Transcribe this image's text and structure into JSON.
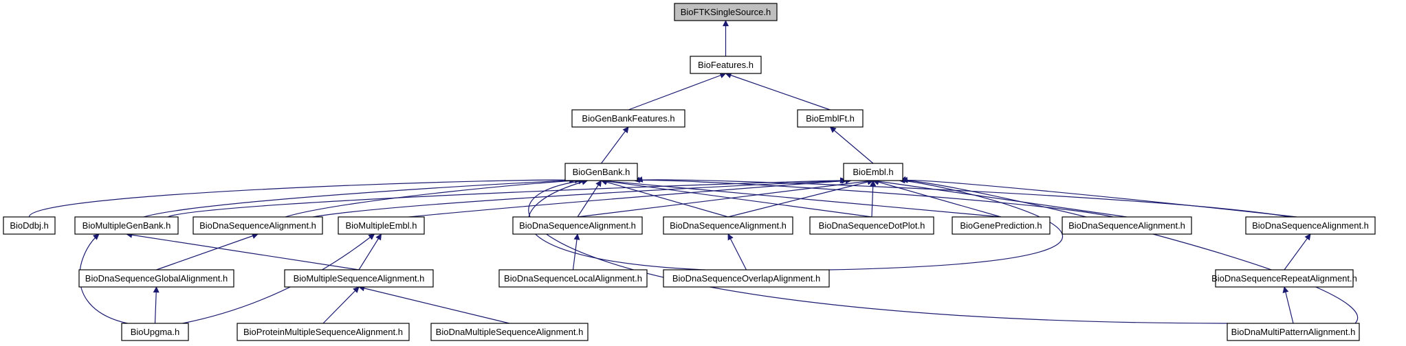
{
  "colors": {
    "edge": "#191970",
    "node_fill": "#ffffff",
    "node_border": "#000000",
    "root_fill": "#bfbfbf",
    "text": "#000000"
  },
  "nodes": [
    {
      "id": "n0",
      "label": "BioFTKSingleSource.h",
      "root": true
    },
    {
      "id": "n1",
      "label": "BioFeatures.h"
    },
    {
      "id": "n2",
      "label": "BioGenBankFeatures.h"
    },
    {
      "id": "n3",
      "label": "BioEmblFt.h"
    },
    {
      "id": "n4",
      "label": "BioGenBank.h"
    },
    {
      "id": "n5",
      "label": "BioEmbl.h"
    },
    {
      "id": "n6",
      "label": "BioDdbj.h"
    },
    {
      "id": "n7",
      "label": "BioMultipleGenBank.h"
    },
    {
      "id": "n8",
      "label": "BioDnaSequenceAlignment.h"
    },
    {
      "id": "n9",
      "label": "BioMultipleEmbl.h"
    },
    {
      "id": "n10",
      "label": "BioDnaSequenceAlignment.h"
    },
    {
      "id": "n11",
      "label": "BioDnaSequenceAlignment.h"
    },
    {
      "id": "n12",
      "label": "BioDnaSequenceDotPlot.h"
    },
    {
      "id": "n13",
      "label": "BioGenePrediction.h"
    },
    {
      "id": "n14",
      "label": "BioDnaSequenceAlignment.h"
    },
    {
      "id": "n15",
      "label": "BioDnaSequenceAlignment.h"
    },
    {
      "id": "n16",
      "label": "BioDnaSequenceGlobalAlignment.h"
    },
    {
      "id": "n17",
      "label": "BioMultipleSequenceAlignment.h"
    },
    {
      "id": "n18",
      "label": "BioDnaSequenceLocalAlignment.h"
    },
    {
      "id": "n19",
      "label": "BioDnaSequenceOverlapAlignment.h"
    },
    {
      "id": "n20",
      "label": "BioDnaSequenceRepeatAlignment.h"
    },
    {
      "id": "n21",
      "label": "BioUpgma.h"
    },
    {
      "id": "n22",
      "label": "BioProteinMultipleSequenceAlignment.h"
    },
    {
      "id": "n23",
      "label": "BioDnaMultipleSequenceAlignment.h"
    },
    {
      "id": "n24",
      "label": "BioDnaMultiPatternAlignment.h"
    }
  ],
  "edges": [
    {
      "from": "n1",
      "to": "n0"
    },
    {
      "from": "n2",
      "to": "n1"
    },
    {
      "from": "n3",
      "to": "n1"
    },
    {
      "from": "n4",
      "to": "n2"
    },
    {
      "from": "n5",
      "to": "n3"
    },
    {
      "from": "n6",
      "to": "n4"
    },
    {
      "from": "n7",
      "to": "n4"
    },
    {
      "from": "n8",
      "to": "n4"
    },
    {
      "from": "n10",
      "to": "n4"
    },
    {
      "from": "n11",
      "to": "n4"
    },
    {
      "from": "n12",
      "to": "n4"
    },
    {
      "from": "n13",
      "to": "n4"
    },
    {
      "from": "n14",
      "to": "n4"
    },
    {
      "from": "n15",
      "to": "n4"
    },
    {
      "from": "n19",
      "to": "n4"
    },
    {
      "from": "n24",
      "to": "n4"
    },
    {
      "from": "n7",
      "to": "n5"
    },
    {
      "from": "n8",
      "to": "n5"
    },
    {
      "from": "n9",
      "to": "n5"
    },
    {
      "from": "n10",
      "to": "n5"
    },
    {
      "from": "n11",
      "to": "n5"
    },
    {
      "from": "n12",
      "to": "n5"
    },
    {
      "from": "n13",
      "to": "n5"
    },
    {
      "from": "n14",
      "to": "n5"
    },
    {
      "from": "n15",
      "to": "n5"
    },
    {
      "from": "n19",
      "to": "n5"
    },
    {
      "from": "n24",
      "to": "n5"
    },
    {
      "from": "n21",
      "to": "n7"
    },
    {
      "from": "n17",
      "to": "n7"
    },
    {
      "from": "n16",
      "to": "n8"
    },
    {
      "from": "n17",
      "to": "n9"
    },
    {
      "from": "n21",
      "to": "n9"
    },
    {
      "from": "n18",
      "to": "n10"
    },
    {
      "from": "n19",
      "to": "n11"
    },
    {
      "from": "n20",
      "to": "n15"
    },
    {
      "from": "n21",
      "to": "n16"
    },
    {
      "from": "n22",
      "to": "n17"
    },
    {
      "from": "n23",
      "to": "n17"
    },
    {
      "from": "n24",
      "to": "n20"
    }
  ]
}
